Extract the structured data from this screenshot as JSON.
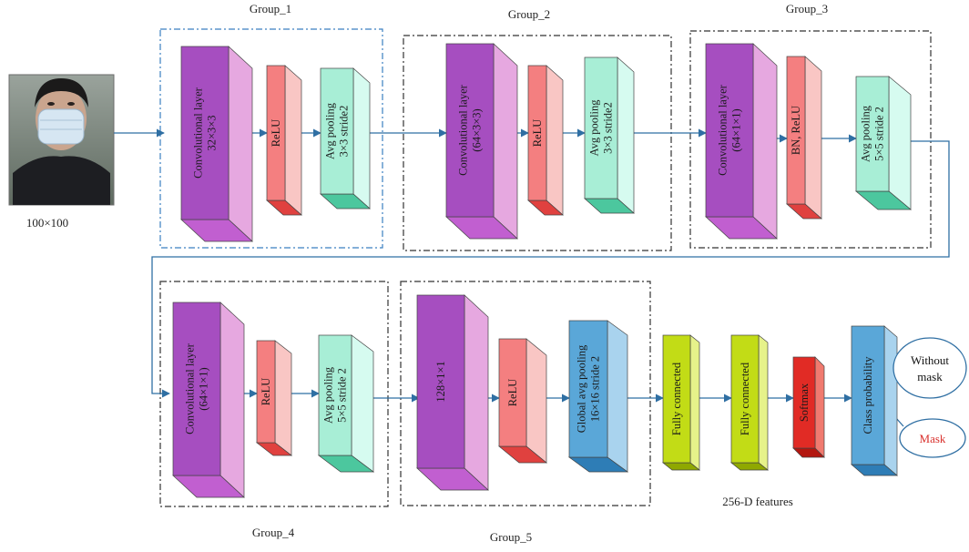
{
  "groups": [
    {
      "id": "g1",
      "label": "Group_1",
      "border": "#3a7fc0",
      "style": "dashdot-blue"
    },
    {
      "id": "g2",
      "label": "Group_2",
      "border": "#333333",
      "style": "dashdot"
    },
    {
      "id": "g3",
      "label": "Group_3",
      "border": "#333333",
      "style": "dashdot"
    },
    {
      "id": "g4",
      "label": "Group_4",
      "border": "#333333",
      "style": "dashdot"
    },
    {
      "id": "g5",
      "label": "Group_5",
      "border": "#333333",
      "style": "dashdot"
    }
  ],
  "input": {
    "label": "100×100",
    "description_icon": "face-photo"
  },
  "blocks": [
    {
      "id": "b1",
      "lines": [
        "Convolutional layer",
        "32×3×3"
      ],
      "kind": "conv"
    },
    {
      "id": "b2",
      "lines": [
        "ReLU"
      ],
      "kind": "relu"
    },
    {
      "id": "b3",
      "lines": [
        "Avg pooling",
        "3×3 stride2"
      ],
      "kind": "pool"
    },
    {
      "id": "b4",
      "lines": [
        "Convolutional layer",
        "(64×3×3)"
      ],
      "kind": "conv"
    },
    {
      "id": "b5",
      "lines": [
        "ReLU"
      ],
      "kind": "relu"
    },
    {
      "id": "b6",
      "lines": [
        "Avg pooling",
        "3×3 stride2"
      ],
      "kind": "pool"
    },
    {
      "id": "b7",
      "lines": [
        "Convolutional layer",
        "(64×1×1)"
      ],
      "kind": "conv"
    },
    {
      "id": "b8",
      "lines": [
        "BN, ReLU"
      ],
      "kind": "relu"
    },
    {
      "id": "b9",
      "lines": [
        "Avg pooling",
        "5×5 stride 2"
      ],
      "kind": "pool"
    },
    {
      "id": "b10",
      "lines": [
        "Convolutional layer",
        "(64×1×1)"
      ],
      "kind": "conv"
    },
    {
      "id": "b11",
      "lines": [
        "ReLU"
      ],
      "kind": "relu"
    },
    {
      "id": "b12",
      "lines": [
        "Avg pooling",
        "5×5 stride 2"
      ],
      "kind": "pool"
    },
    {
      "id": "b13",
      "lines": [
        "128×1×1"
      ],
      "kind": "conv"
    },
    {
      "id": "b14",
      "lines": [
        "ReLU"
      ],
      "kind": "relu"
    },
    {
      "id": "b15",
      "lines": [
        "Global avg pooling",
        "16×16 stride 2"
      ],
      "kind": "gap"
    },
    {
      "id": "b16",
      "lines": [
        "Fully connected"
      ],
      "kind": "fc"
    },
    {
      "id": "b17",
      "lines": [
        "Fully connected"
      ],
      "kind": "fc"
    },
    {
      "id": "b18",
      "lines": [
        "Softmax"
      ],
      "kind": "softmax"
    },
    {
      "id": "b19",
      "lines": [
        "Class probability"
      ],
      "kind": "gap"
    }
  ],
  "features_label": "256-D features",
  "outputs": [
    {
      "id": "o1",
      "lines": [
        "Without",
        "mask"
      ],
      "color": "#111111"
    },
    {
      "id": "o2",
      "lines": [
        "Mask"
      ],
      "color": "#d9302c"
    }
  ],
  "colors": {
    "conv": {
      "front": "#a64ec0",
      "side": "#e6a8e0",
      "top": "#c15fd0"
    },
    "relu": {
      "front": "#f47f80",
      "side": "#f9c6c4",
      "top": "#e0413f"
    },
    "pool": {
      "front": "#a8eed6",
      "side": "#d6fbf0",
      "top": "#4cc79e"
    },
    "gap": {
      "front": "#5aa7d8",
      "side": "#a9d3ee",
      "top": "#2e7db6"
    },
    "fc": {
      "front": "#c2dc16",
      "side": "#e6f28a",
      "top": "#8fa800"
    },
    "softmax": {
      "front": "#e12b25",
      "side": "#f07a6f",
      "top": "#b3160f"
    },
    "wire": "#2f6fa3"
  }
}
